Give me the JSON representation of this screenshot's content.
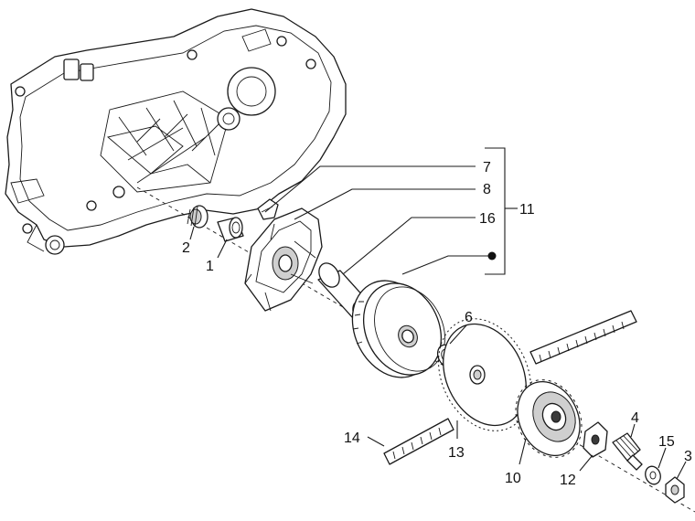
{
  "labels": {
    "l1": "1",
    "l2": "2",
    "l3": "3",
    "l4": "4",
    "l6": "6",
    "l7": "7",
    "l8": "8",
    "l10": "10",
    "l11": "11",
    "l12": "12",
    "l13": "13",
    "l14": "14",
    "l15": "15",
    "l16": "16"
  }
}
